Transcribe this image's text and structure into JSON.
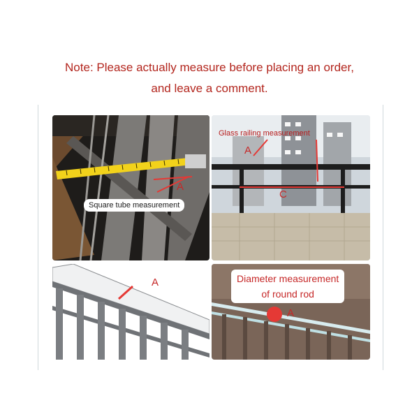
{
  "note": {
    "line1": "Note: Please actually measure before placing an order,",
    "line2": "and leave a comment."
  },
  "panels": {
    "square_tube": {
      "caption": "Square tube measurement",
      "marker": "A"
    },
    "glass_railing": {
      "caption": "Glass railing measurement",
      "marker_a": "A",
      "marker_c": "C"
    },
    "flat_rail": {
      "marker": "A"
    },
    "round_rod": {
      "caption_line1": "Diameter measurement",
      "caption_line2": "of round rod",
      "marker": "A"
    }
  },
  "colors": {
    "note_text": "#b3261e",
    "marker_red": "#e53935",
    "tape_yellow": "#f2d21b"
  }
}
